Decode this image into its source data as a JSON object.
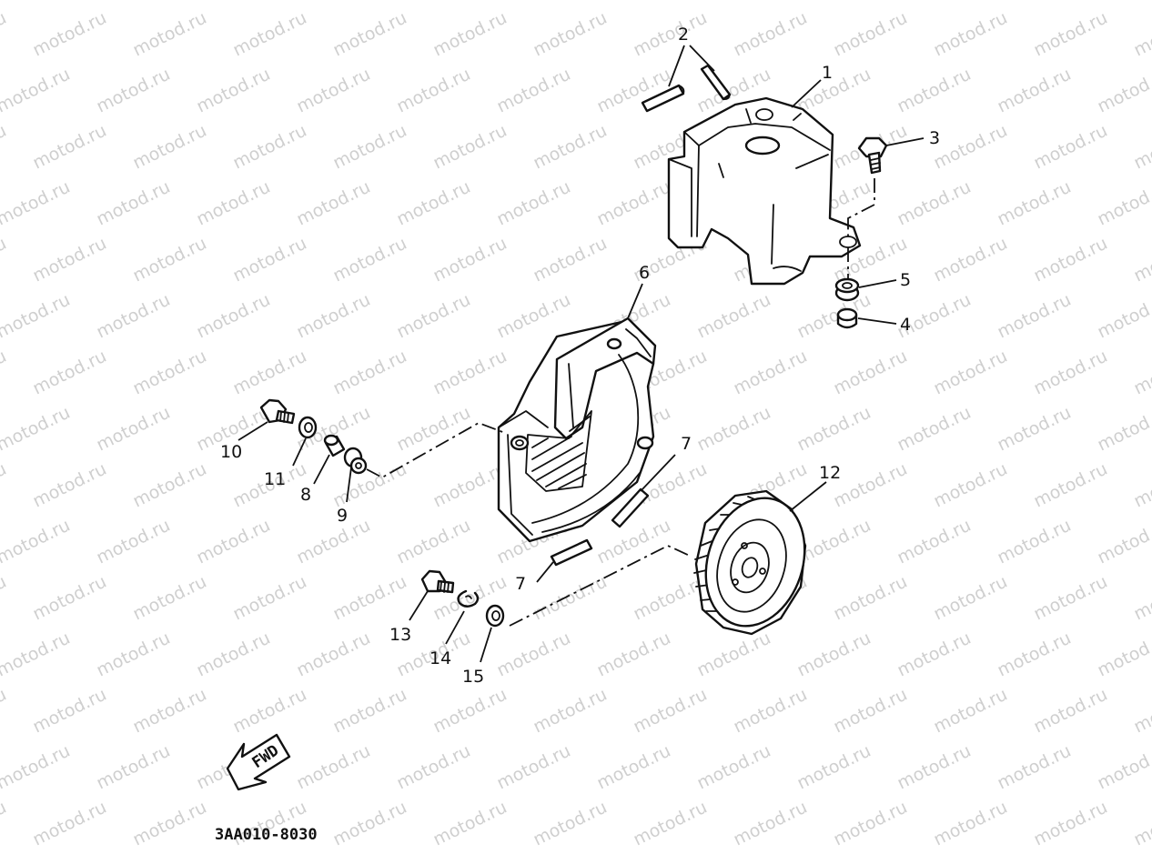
{
  "watermark": {
    "text": "motod.ru"
  },
  "diagram_code": "3AA010-8030",
  "fwd_label": "FWD",
  "callouts": {
    "c1": "1",
    "c2": "2",
    "c3": "3",
    "c4": "4",
    "c5": "5",
    "c6": "6",
    "c7a": "7",
    "c7b": "7",
    "c8": "8",
    "c9": "9",
    "c10": "10",
    "c11": "11",
    "c12": "12",
    "c13": "13",
    "c14": "14",
    "c15": "15"
  }
}
